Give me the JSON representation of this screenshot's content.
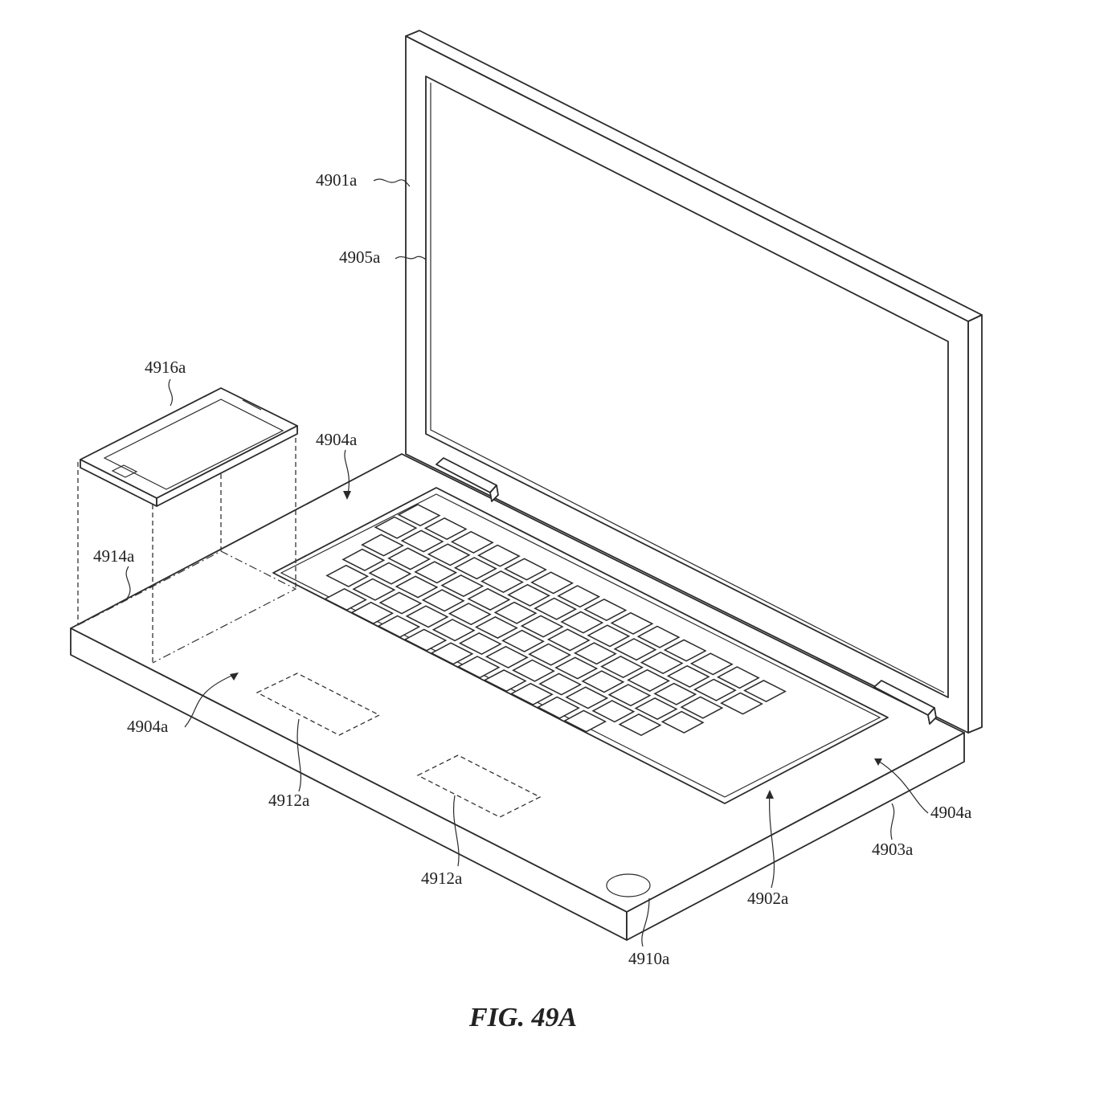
{
  "labels": {
    "display_housing": "4901a",
    "display_screen": "4905a",
    "mobile_device": "4916a",
    "input_region_top": "4904a",
    "projection_region": "4914a",
    "input_region_left": "4904a",
    "trackpad_region_left": "4912a",
    "trackpad_region_right": "4912a",
    "input_region_right": "4904a",
    "base_housing": "4903a",
    "keyboard": "4902a",
    "button_region": "4910a"
  },
  "caption": "FIG. 49A"
}
